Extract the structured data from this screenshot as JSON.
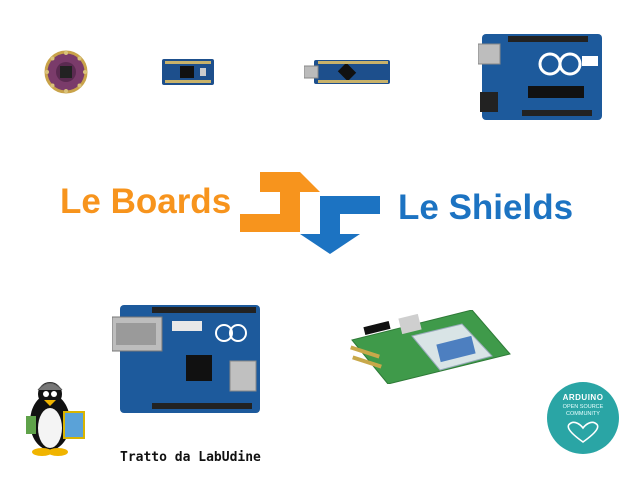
{
  "colors": {
    "orange": "#f7941d",
    "blue": "#1c73c2",
    "teal": "#2aa5a5",
    "pcb_blue": "#1d4f8c",
    "pcb_green": "#3f9a4a"
  },
  "titles": {
    "boards": "Le Boards",
    "shields": "Le Shields"
  },
  "credit": "Tratto da LabUdine",
  "badge": {
    "line1": "ARDUINO",
    "line2": "OPEN SOURCE",
    "line3": "COMMUNITY"
  },
  "icons": [
    "lilypad-board-image",
    "mini-board-image",
    "nano-board-image",
    "uno-board-image",
    "exchange-arrows-icon",
    "ethernet-shield-image",
    "gsm-shield-image",
    "tux-penguin-logo",
    "arduino-community-logo"
  ]
}
